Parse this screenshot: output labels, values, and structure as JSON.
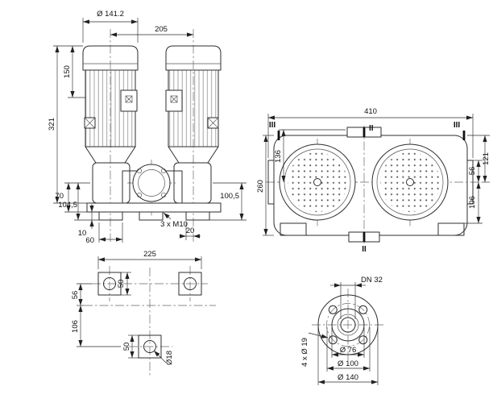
{
  "front_view": {
    "dia_fan_cowl": "Ø 141.2",
    "motor_spacing": "205",
    "h150": "150",
    "h321": "321",
    "h70": "70",
    "h104_5": "104,5",
    "h100_5": "100,5",
    "h10": "10",
    "w60": "60",
    "w20": "20",
    "tapped_holes": "3 x M10"
  },
  "plan_view": {
    "w410": "410",
    "h136": "136",
    "h260": "260",
    "h56": "56",
    "h121": "121",
    "h106": "106",
    "section_ii": "II",
    "section_iii": "III"
  },
  "foot_view": {
    "w225": "225",
    "h50_upper": "50",
    "h56": "56",
    "h106": "106",
    "h50_lower": "50",
    "dia_hole": "Ø18"
  },
  "flange_view": {
    "nominal": "DN 32",
    "dia_face": "Ø 76",
    "bolt_holes": "4 x Ø 19",
    "dia_bolt_circle": "Ø 100",
    "dia_outer": "Ø 140"
  }
}
